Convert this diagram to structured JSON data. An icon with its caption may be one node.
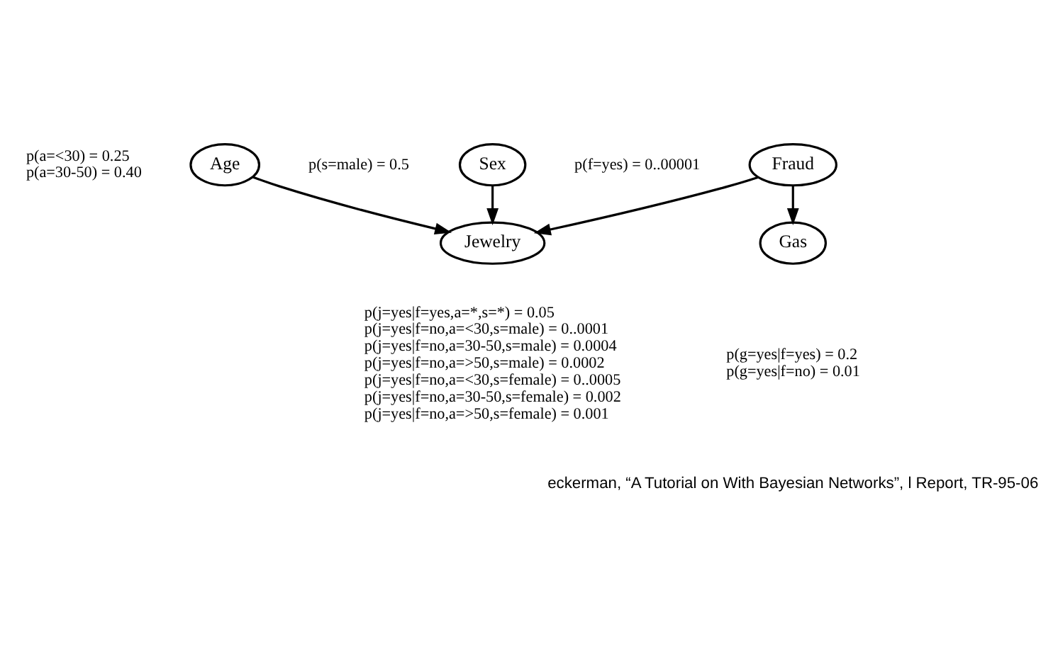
{
  "diagram": {
    "nodes": [
      {
        "text": [
          "Fraud"
        ],
        "beside": [
          "p(f=yes) = 0..00001"
        ]
      },
      {
        "text": [
          "Age"
        ],
        "beside": [
          "p(a=<30) = 0.25",
          "p(a=30-50) = 0.40"
        ]
      },
      {
        "text": [
          "Sex"
        ],
        "beside": [
          "p(s=male) = 0.5"
        ]
      },
      {
        "text": [
          "Gas"
        ],
        "beside": [
          "p(g=yes|f=yes) = 0.2",
          "p(g=yes|f=no) = 0.01"
        ]
      },
      {
        "text": [
          "Jewelry"
        ],
        "beside": [
          "p(j=yes|f=yes,a=*,s=*) = 0.05",
          "p(j=yes|f=no,a=<30,s=male) = 0..0001",
          "p(j=yes|f=no,a=30-50,s=male) = 0.0004",
          "p(j=yes|f=no,a=>50,s=male) = 0.0002",
          "p(j=yes|f=no,a=<30,s=female) = 0..0005",
          "p(j=yes|f=no,a=30-50,s=female) = 0.002",
          "p(j=yes|f=no,a=>50,s=female) = 0.001"
        ]
      }
    ],
    "edges": [
      {
        "from": 0,
        "to": 3,
        "arrow": "to"
      },
      {
        "from": 0,
        "to": 4,
        "arrow": "to"
      },
      {
        "from": 1,
        "to": 4,
        "arrow": "to"
      },
      {
        "from": 2,
        "to": 4,
        "arrow": "to"
      }
    ],
    "labels": [
      "eckerman, “A Tutorial on With Bayesian Networks”, l Report, TR-95-06"
    ]
  }
}
